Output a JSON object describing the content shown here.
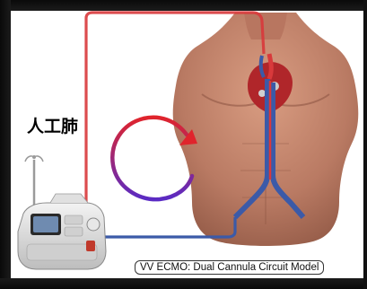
{
  "device_label": "人工肺",
  "caption": "VV ECMO: Dual Cannula Circuit Model",
  "colors": {
    "oxygenated_tube": "#d8393b",
    "deoxygenated_tube": "#3b5aa8",
    "arrow_start": "#e0242c",
    "arrow_end": "#5a2bc4",
    "skin": "#c98b72",
    "frame": "#111111"
  },
  "icons": [
    "iv-pole-icon",
    "ecmo-console-icon",
    "torso-illustration",
    "circulation-arrow-icon"
  ]
}
